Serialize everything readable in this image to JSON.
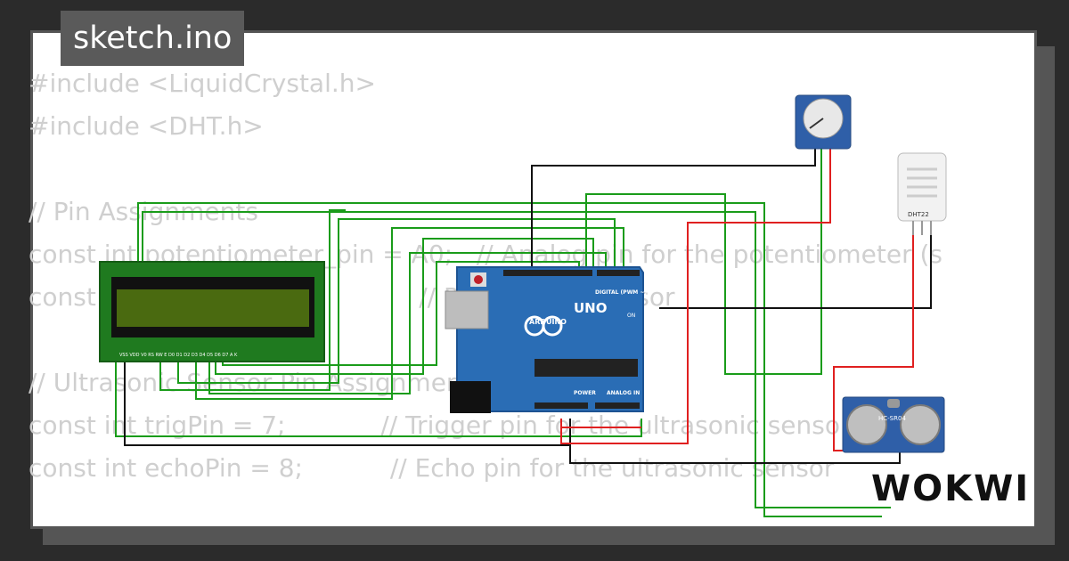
{
  "title": "sketch.ino",
  "logo": "WOKWI",
  "code_lines": [
    "#include <LiquidCrystal.h>",
    "#include <DHT.h>",
    "",
    "// Pin Assignments",
    "const int potentiometer_pin = A0;   // Analog pin for the potentiometer (s",
    "const int dhtPin = 2;                 // Pin for DHT sensor",
    "",
    "// Ultrasonic Sensor Pin Assignments",
    "const int trigPin = 7;            // Trigger pin for the ultrasonic sensor",
    "const int echoPin = 8;           // Echo pin for the ultrasonic sensor"
  ],
  "components": {
    "arduino_brand": "ARDUINO",
    "arduino_model": "UNO",
    "arduino_digital": "DIGITAL (PWM ~)",
    "arduino_power": "POWER",
    "arduino_analog": "ANALOG IN",
    "arduino_on": "ON",
    "dht": "DHT22",
    "ultrasonic": "HC-SR04",
    "lcd_pins": "VSS VDD V0 RS RW E D0 D1 D2 D3 D4 D5 D6 D7 A K"
  },
  "colors": {
    "wire_green": "#1a9c1a",
    "wire_black": "#111111",
    "wire_red": "#e02020",
    "board": "#2a6db5",
    "lcd_screen": "#4a6a10",
    "lcd_pcb": "#1f7a1f",
    "sensor_blue": "#2f5fa8",
    "dht_white": "#f2f2f2"
  }
}
